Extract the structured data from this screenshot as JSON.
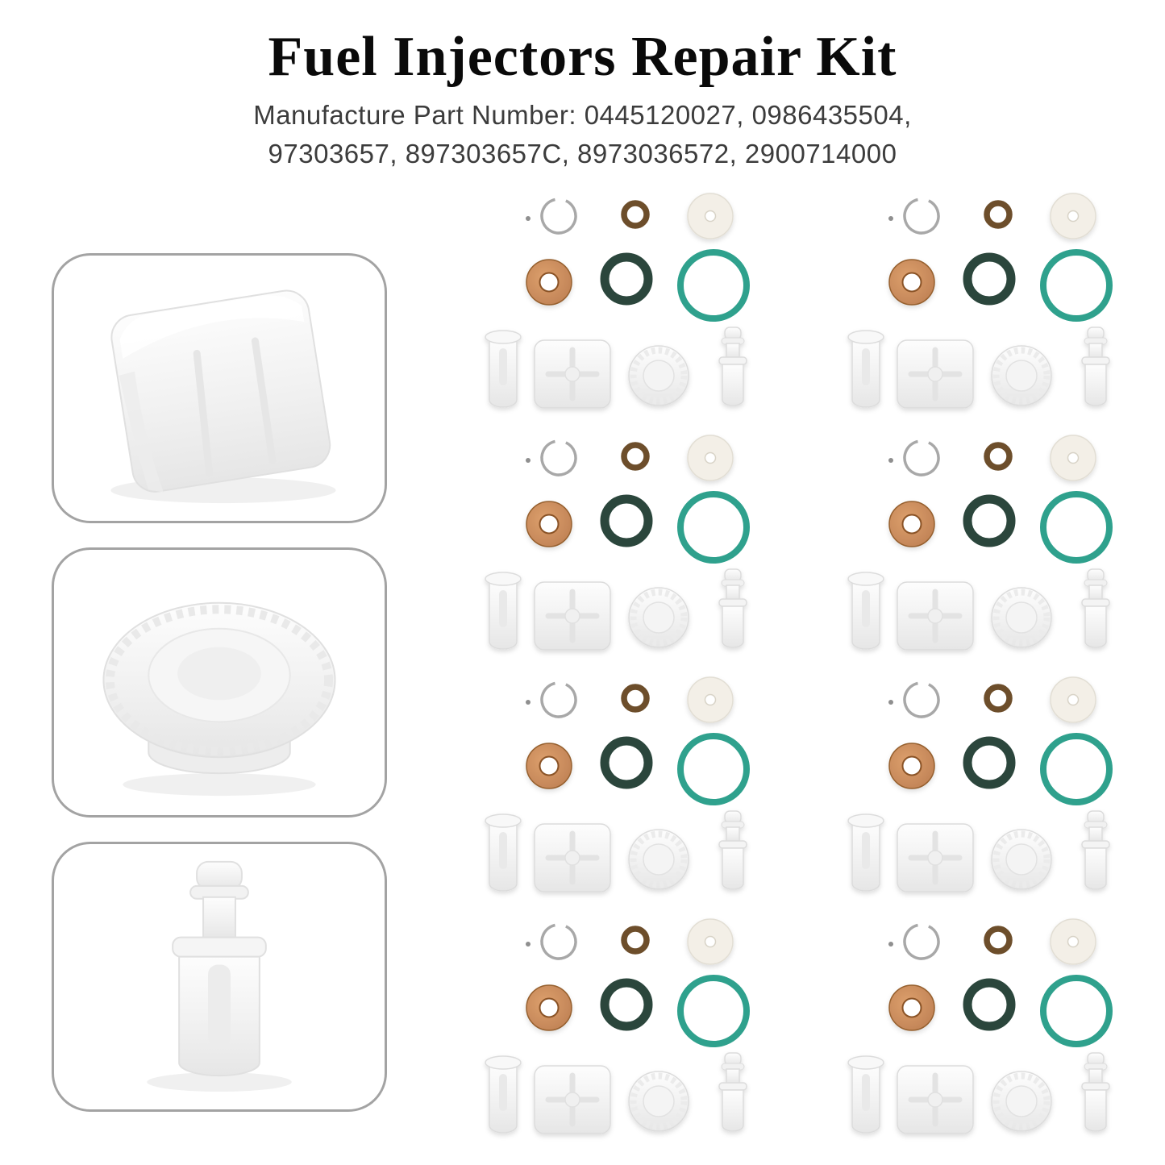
{
  "title": "Fuel Injectors Repair Kit",
  "subtitle": {
    "line1": "Manufacture Part Number: 0445120027, 0986435504,",
    "line2": "97303657, 897303657C, 8973036572, 2900714000"
  },
  "part_numbers": [
    "0445120027",
    "0986435504",
    "97303657",
    "897303657C",
    "8973036572",
    "2900714000"
  ],
  "kit": {
    "group_count": 8
  },
  "colors": {
    "silver_ring": "#a8a8a8",
    "brown_oring": "#6d4e2b",
    "copper_washer": "#c28457",
    "dark_green_oring": "#2b463c",
    "teal_oring": "#2fa18d",
    "white_plastic": "#f4f4f4",
    "nylon_washer": "#f3efe7"
  }
}
